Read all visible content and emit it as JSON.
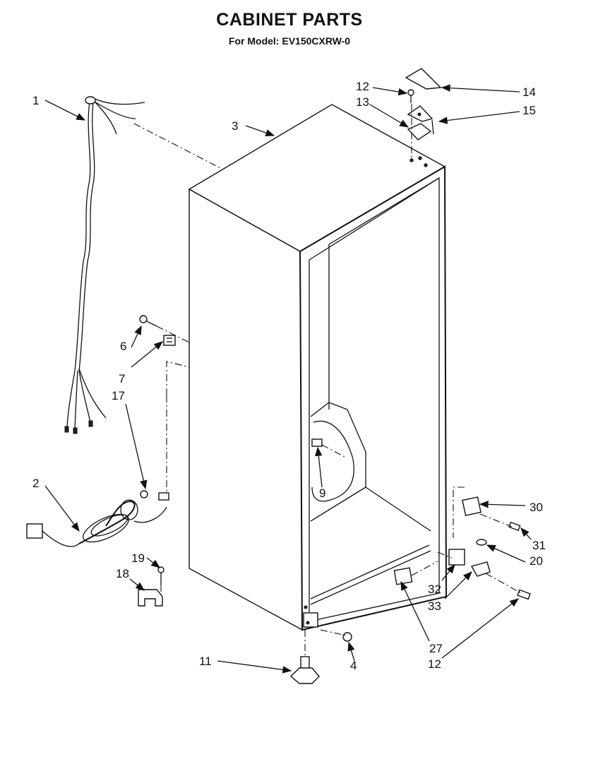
{
  "header": {
    "title": "CABINET PARTS",
    "subtitle": "For Model: EV150CXRW-0"
  },
  "callouts": [
    {
      "id": "c1",
      "label": "1"
    },
    {
      "id": "c2",
      "label": "2"
    },
    {
      "id": "c3",
      "label": "3"
    },
    {
      "id": "c4",
      "label": "4"
    },
    {
      "id": "c6",
      "label": "6"
    },
    {
      "id": "c7",
      "label": "7"
    },
    {
      "id": "c9",
      "label": "9"
    },
    {
      "id": "c11",
      "label": "11"
    },
    {
      "id": "c12a",
      "label": "12"
    },
    {
      "id": "c12b",
      "label": "12"
    },
    {
      "id": "c13",
      "label": "13"
    },
    {
      "id": "c14",
      "label": "14"
    },
    {
      "id": "c15",
      "label": "15"
    },
    {
      "id": "c17",
      "label": "17"
    },
    {
      "id": "c18",
      "label": "18"
    },
    {
      "id": "c19",
      "label": "19"
    },
    {
      "id": "c20",
      "label": "20"
    },
    {
      "id": "c27",
      "label": "27"
    },
    {
      "id": "c30",
      "label": "30"
    },
    {
      "id": "c31",
      "label": "31"
    },
    {
      "id": "c32",
      "label": "32"
    },
    {
      "id": "c33",
      "label": "33"
    }
  ]
}
